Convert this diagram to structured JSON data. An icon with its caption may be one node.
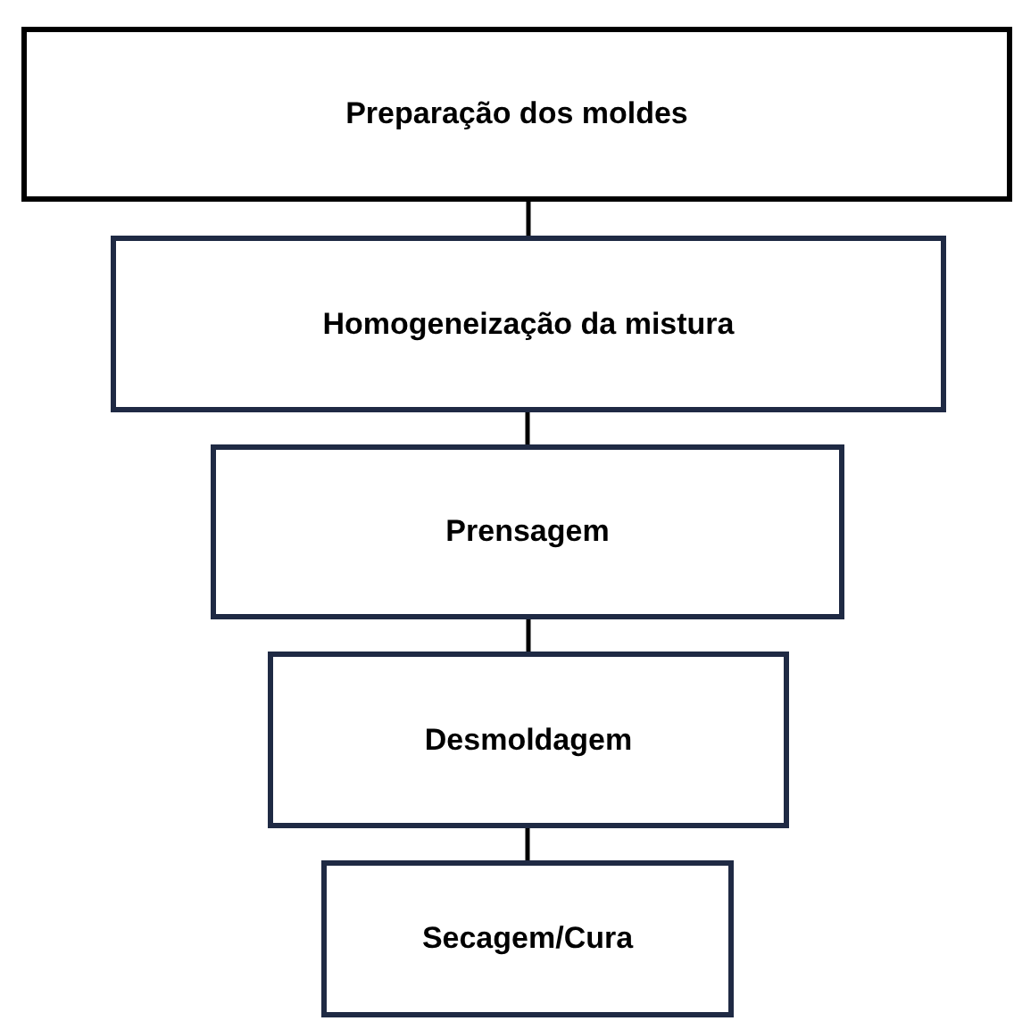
{
  "diagram": {
    "nodes": [
      {
        "text": [
          "Preparação dos moldes"
        ]
      },
      {
        "text": [
          "Homogeneização da mistura"
        ]
      },
      {
        "text": [
          "Prensagem"
        ]
      },
      {
        "text": [
          "Desmoldagem"
        ]
      },
      {
        "text": [
          "Secagem/Cura"
        ]
      }
    ],
    "edges": [
      {
        "from": 0,
        "to": 1,
        "arrow": "none"
      },
      {
        "from": 1,
        "to": 2,
        "arrow": "none"
      },
      {
        "from": 2,
        "to": 3,
        "arrow": "none"
      },
      {
        "from": 3,
        "to": 4,
        "arrow": "none"
      }
    ]
  }
}
